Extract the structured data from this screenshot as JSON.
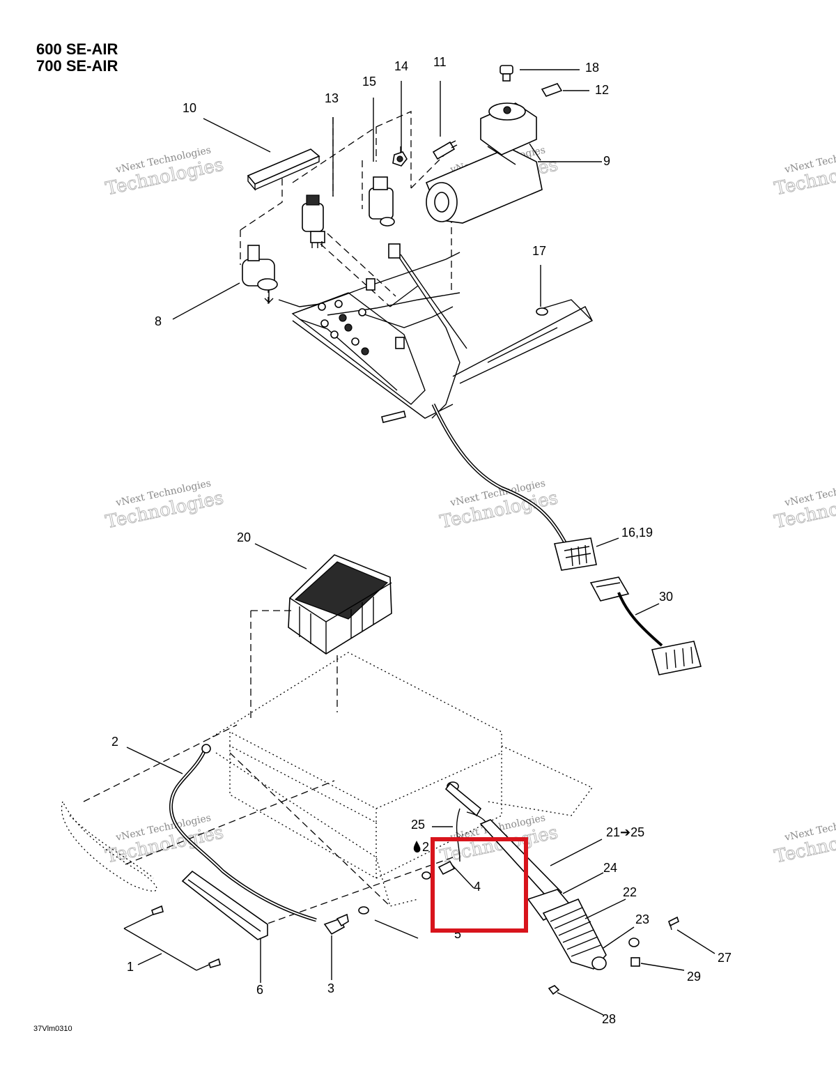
{
  "title_lines": [
    "600 SE-AIR",
    "700 SE-AIR"
  ],
  "figure_id": "37Vlm0310",
  "watermark": {
    "line1": "vNext Technologies",
    "line2": "Technologies"
  },
  "callouts": {
    "c1": "1",
    "c2": "2",
    "c3": "3",
    "c4": "4",
    "c5": "5",
    "c6": "6",
    "c8": "8",
    "c9": "9",
    "c10": "10",
    "c11": "11",
    "c12": "12",
    "c13": "13",
    "c14": "14",
    "c15": "15",
    "c1619": "16,19",
    "c17": "17",
    "c18": "18",
    "c20": "20",
    "c2125": "21➔25",
    "c22": "22",
    "c23": "23",
    "c24": "24",
    "c25": "25",
    "c27": "27",
    "c28": "28",
    "c29": "29",
    "c30": "30",
    "c2drop": "2"
  },
  "highlight_color": "#d8141c"
}
